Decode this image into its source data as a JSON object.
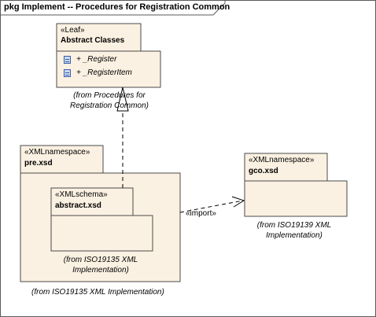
{
  "frame": {
    "title": "pkg Implement -- Procedures for Registration Common"
  },
  "abstract_classes": {
    "stereotype": "«Leaf»",
    "name": "Abstract Classes",
    "attributes": [
      "+ _Register",
      "+ _RegisterItem"
    ],
    "from_line1": "(from Procedures for",
    "from_line2": "Registration Common)"
  },
  "pre_xsd": {
    "stereotype": "«XMLnamespace»",
    "name": "pre.xsd",
    "from": "(from ISO19135 XML Implementation)"
  },
  "abstract_xsd": {
    "stereotype": "«XMLschema»",
    "name": "abstract.xsd",
    "from_line1": "(from ISO19135 XML",
    "from_line2": "Implementation)"
  },
  "gco_xsd": {
    "stereotype": "«XMLnamespace»",
    "name": "gco.xsd",
    "from_line1": "(from ISO19139 XML",
    "from_line2": "Implementation)"
  },
  "import_label": "«import»",
  "colors": {
    "fill": "#fbf1e2",
    "stroke": "#4a4a4a",
    "icon": "#3a5ea8"
  }
}
